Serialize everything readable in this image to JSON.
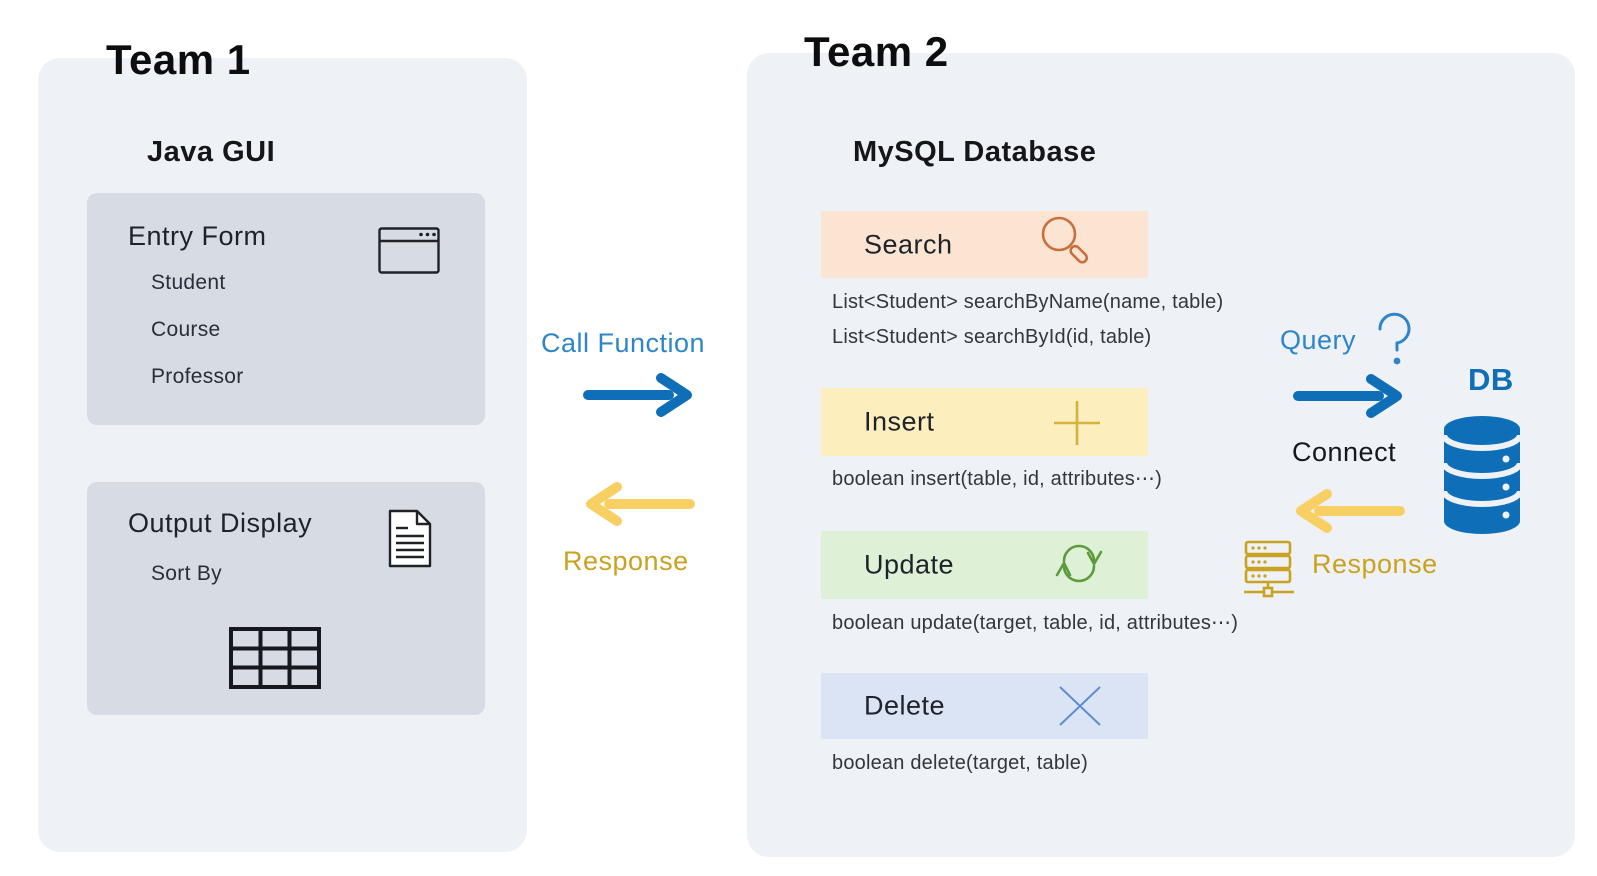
{
  "colors": {
    "panel_bg": "#eef1f6",
    "card_bg": "#d6dbe4",
    "search_bg": "#fbe4d1",
    "search_icon": "#c9713d",
    "insert_bg": "#fdeebd",
    "insert_icon": "#d4b33c",
    "update_bg": "#def0d6",
    "update_icon": "#5e9a3e",
    "delete_bg": "#dbe4f4",
    "delete_icon": "#5b8fce",
    "blue_text": "#2e86c8",
    "blue_arrow": "#0e6fb8",
    "yellow_arrow": "#f8cf63",
    "gold_text": "#c9a21f",
    "db_blue": "#0e6fb8"
  },
  "team1": {
    "title": "Team 1",
    "subtitle": "Java GUI",
    "entry_form": {
      "label": "Entry Form",
      "items": [
        "Student",
        "Course",
        "Professor"
      ]
    },
    "output_display": {
      "label": "Output Display",
      "items": [
        "Sort By"
      ]
    }
  },
  "flow_left": {
    "call_label": "Call Function",
    "response_label": "Response"
  },
  "team2": {
    "title": "Team 2",
    "subtitle": "MySQL Database",
    "operations": [
      {
        "label": "Search",
        "signatures": [
          "List<Student> searchByName(name, table)",
          "List<Student> searchById(id, table)"
        ]
      },
      {
        "label": "Insert",
        "signatures": [
          "boolean insert(table, id, attributes⋯)"
        ]
      },
      {
        "label": "Update",
        "signatures": [
          "boolean update(target, table, id, attributes⋯)"
        ]
      },
      {
        "label": "Delete",
        "signatures": [
          "boolean delete(target, table)"
        ]
      }
    ]
  },
  "flow_right": {
    "query_label": "Query",
    "connect_label": "Connect",
    "db_label": "DB",
    "response_label": "Response"
  }
}
